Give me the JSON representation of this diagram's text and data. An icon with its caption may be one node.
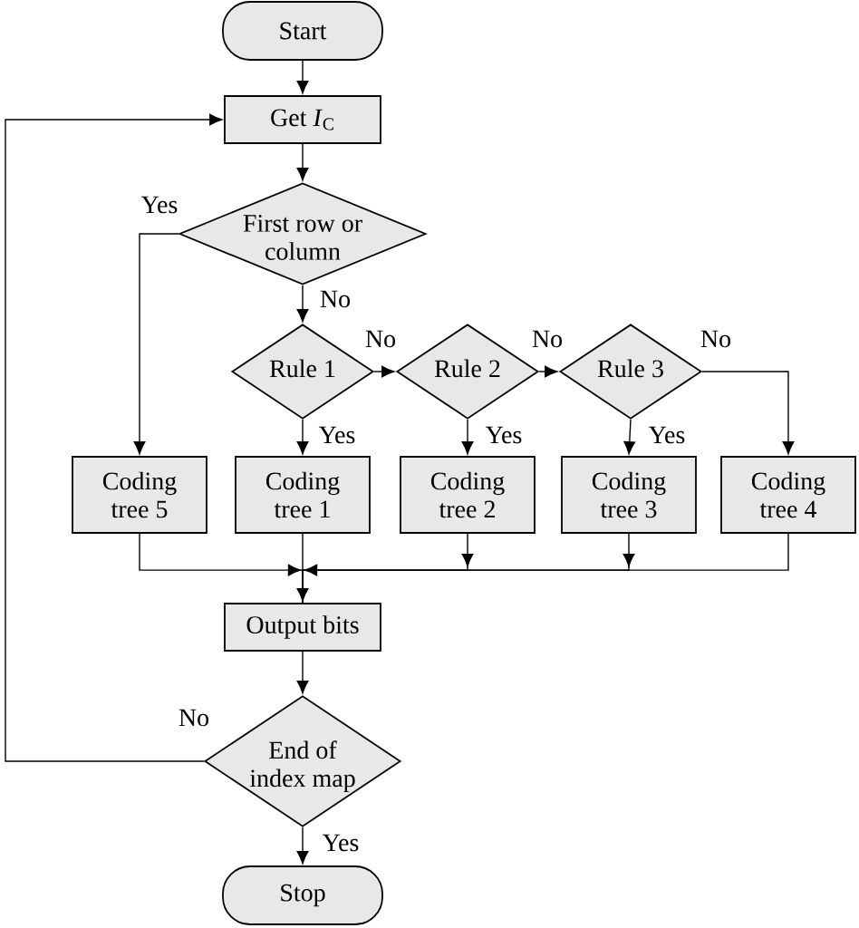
{
  "diagram": {
    "nodes": [
      {
        "text": [
          "Start"
        ]
      },
      {
        "text": [
          "Get *I*$_{C}$"
        ]
      },
      {
        "text": [
          "First row or column"
        ]
      },
      {
        "text": [
          "Rule 1"
        ]
      },
      {
        "text": [
          "Rule 2"
        ]
      },
      {
        "text": [
          "Rule 3"
        ]
      },
      {
        "text": [
          "Coding tree 5"
        ]
      },
      {
        "text": [
          "Coding tree 1"
        ]
      },
      {
        "text": [
          "Coding tree 2"
        ]
      },
      {
        "text": [
          "Coding tree 3"
        ]
      },
      {
        "text": [
          "Coding tree 4"
        ]
      },
      {
        "text": [
          "Output bits"
        ]
      },
      {
        "text": [
          "End of index map"
        ]
      },
      {
        "text": [
          "Stop"
        ]
      }
    ],
    "edges": [
      {
        "from": 0,
        "to": 1,
        "arrow": "to"
      },
      {
        "from": 1,
        "to": 2,
        "arrow": "to"
      },
      {
        "from": 2,
        "to": 6,
        "arrow": "to",
        "label": "Yes"
      },
      {
        "from": 2,
        "to": 3,
        "arrow": "to",
        "label": "No"
      },
      {
        "from": 3,
        "to": 4,
        "arrow": "to",
        "label": "No"
      },
      {
        "from": 4,
        "to": 5,
        "arrow": "to",
        "label": "No"
      },
      {
        "from": 5,
        "to": 10,
        "arrow": "to",
        "label": "No"
      },
      {
        "from": 3,
        "to": 7,
        "arrow": "to",
        "label": "Yes"
      },
      {
        "from": 4,
        "to": 8,
        "arrow": "to",
        "label": "Yes"
      },
      {
        "from": 5,
        "to": 9,
        "arrow": "to",
        "label": "Yes"
      },
      {
        "from": 6,
        "to": 11,
        "arrow": "to"
      },
      {
        "from": 7,
        "to": 11,
        "arrow": "to"
      },
      {
        "from": 8,
        "to": 11,
        "arrow": "to"
      },
      {
        "from": 9,
        "to": 11,
        "arrow": "to"
      },
      {
        "from": 10,
        "to": 11,
        "arrow": "to"
      },
      {
        "from": 11,
        "to": 12,
        "arrow": "to"
      },
      {
        "from": 12,
        "to": 13,
        "arrow": "to",
        "label": "Yes"
      },
      {
        "from": 12,
        "to": 1,
        "arrow": "to",
        "label": "No"
      }
    ]
  }
}
